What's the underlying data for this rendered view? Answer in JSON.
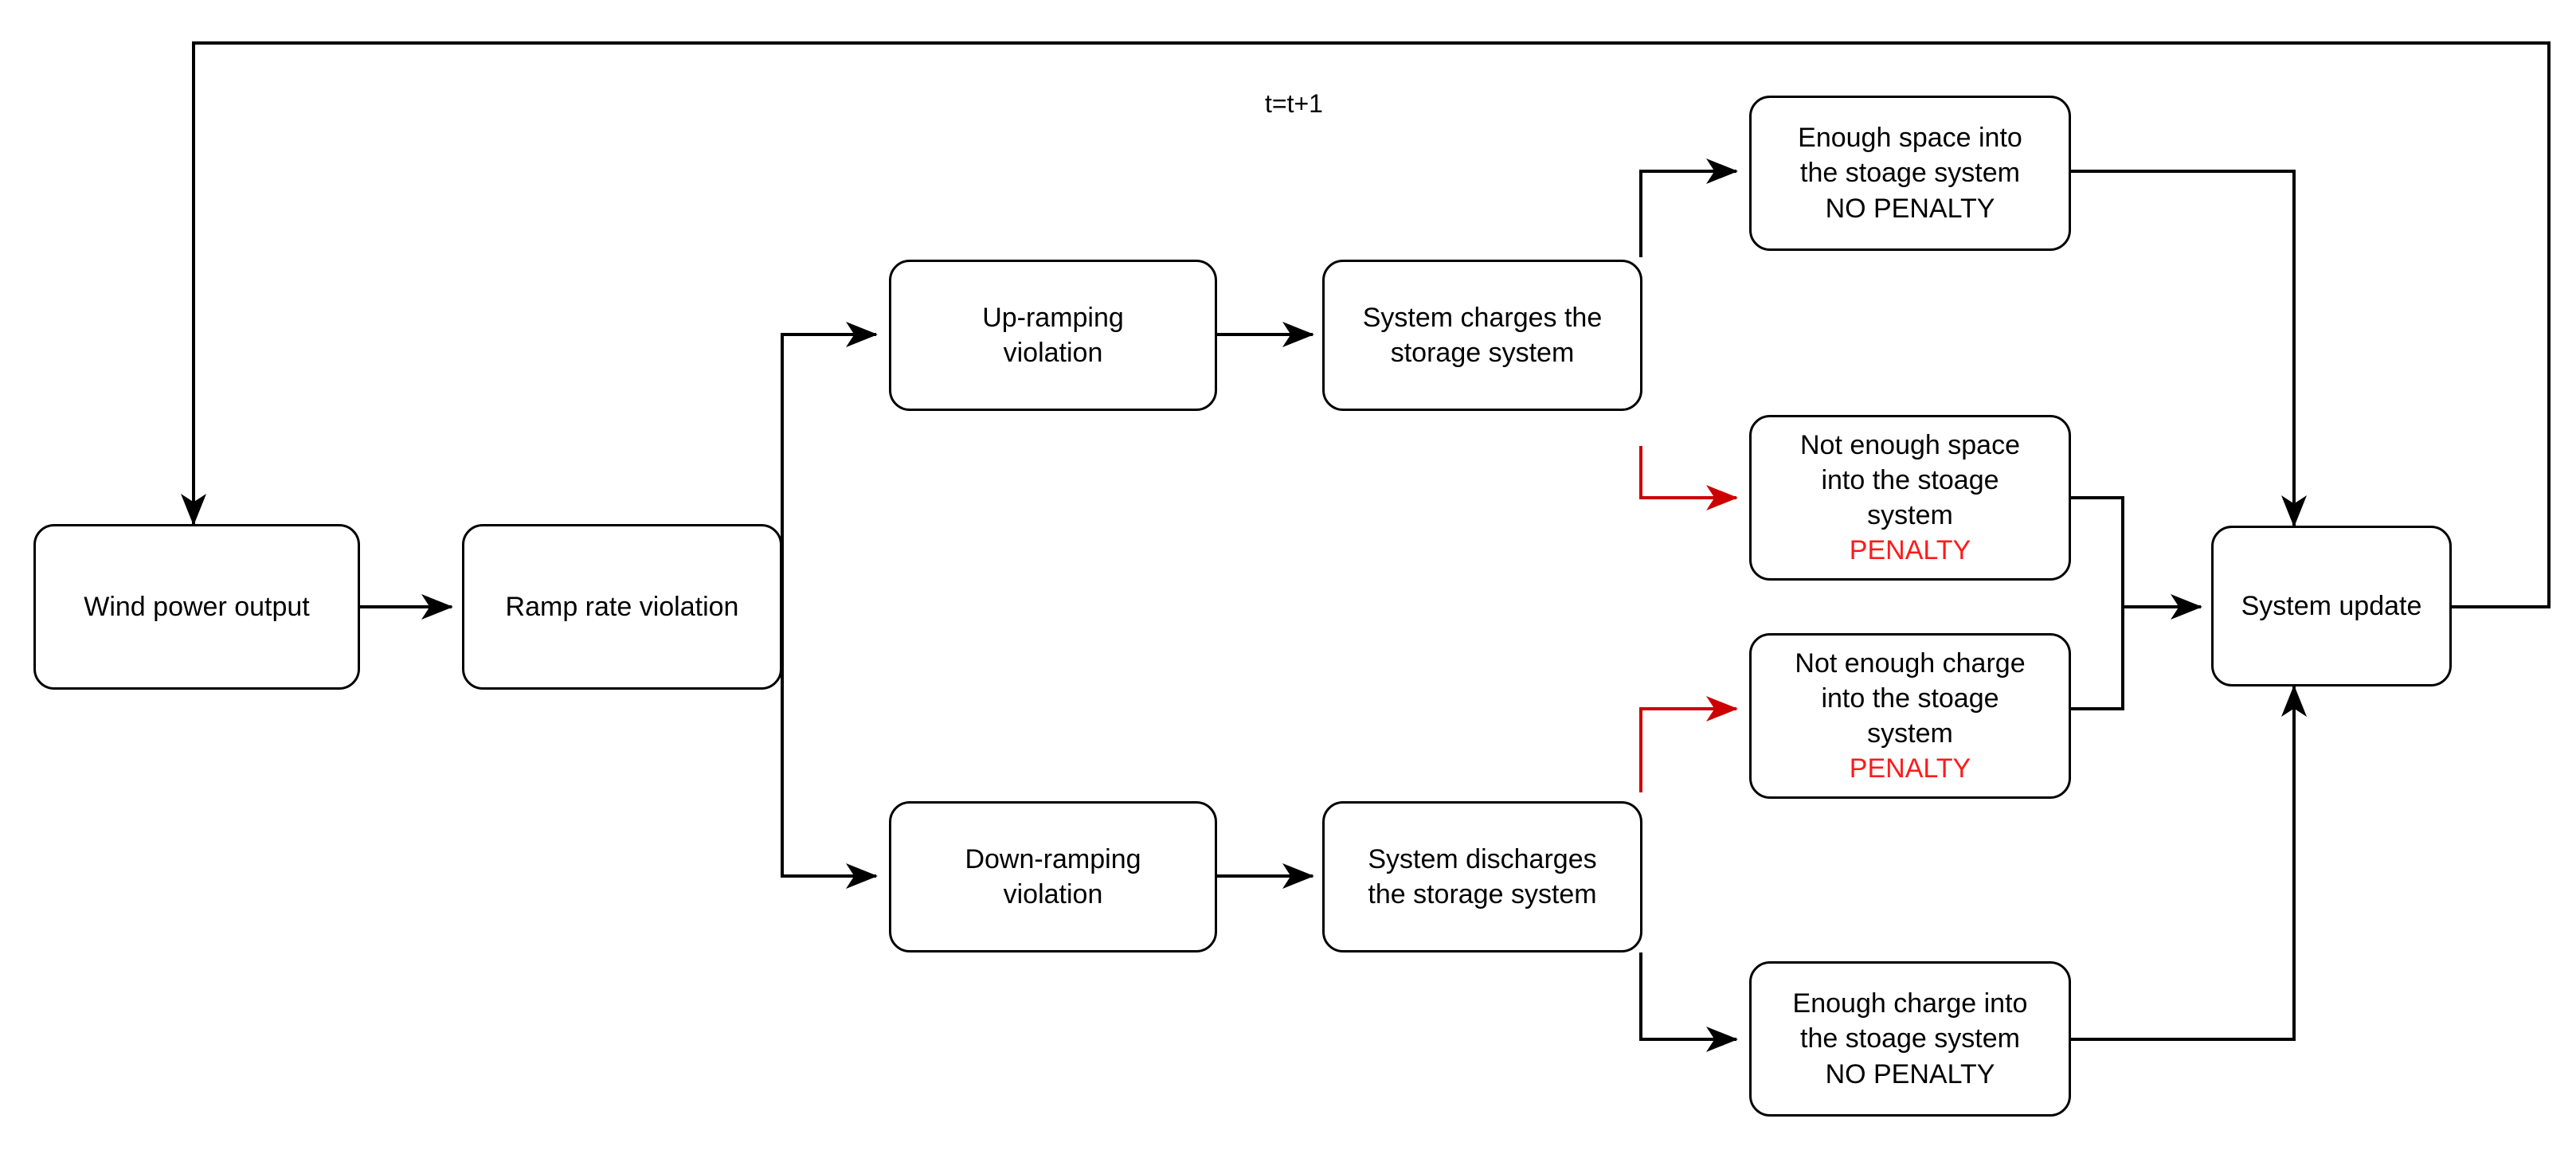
{
  "diagram": {
    "title": "Ramp rate violation and storage system penalty flowchart",
    "colors": {
      "stroke": "#000000",
      "penalty_stroke": "#cc0000",
      "penalty_text": "#ff1a1a",
      "background": "#ffffff"
    },
    "edge_labels": [
      {
        "id": "feedback",
        "text": "t=t+1"
      }
    ],
    "nodes": [
      {
        "id": "wind-power-output",
        "lines": [
          "Wind power output"
        ],
        "penalty_line": null
      },
      {
        "id": "ramp-rate-violation",
        "lines": [
          "Ramp rate violation"
        ],
        "penalty_line": null
      },
      {
        "id": "up-ramping-violation",
        "lines": [
          "Up-ramping",
          "violation"
        ],
        "penalty_line": null
      },
      {
        "id": "down-ramping-violation",
        "lines": [
          "Down-ramping",
          "violation"
        ],
        "penalty_line": null
      },
      {
        "id": "system-charges",
        "lines": [
          "System charges the",
          "storage system"
        ],
        "penalty_line": null
      },
      {
        "id": "system-discharges",
        "lines": [
          "System discharges",
          "the storage system"
        ],
        "penalty_line": null
      },
      {
        "id": "enough-space",
        "lines": [
          "Enough space into",
          "the stoage system",
          "NO PENALTY"
        ],
        "penalty_line": null
      },
      {
        "id": "not-enough-space",
        "lines": [
          "Not enough space",
          "into the stoage",
          "system"
        ],
        "penalty_line": "PENALTY"
      },
      {
        "id": "not-enough-charge",
        "lines": [
          "Not enough charge",
          "into the stoage",
          "system"
        ],
        "penalty_line": "PENALTY"
      },
      {
        "id": "enough-charge",
        "lines": [
          "Enough charge into",
          "the stoage system",
          "NO PENALTY"
        ],
        "penalty_line": null
      },
      {
        "id": "system-update",
        "lines": [
          "System update"
        ],
        "penalty_line": null
      }
    ]
  }
}
